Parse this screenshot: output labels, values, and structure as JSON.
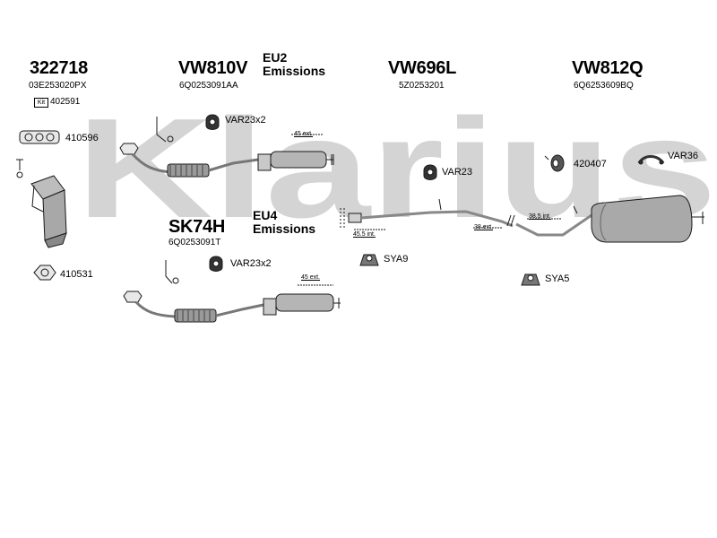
{
  "watermark": "Klarius",
  "groups": {
    "kit1": {
      "code": "322718",
      "part": "03E253020PX",
      "kit_tag": "Kit",
      "kit_number": "402591"
    },
    "kit2": {
      "code": "VW810V",
      "part": "6Q0253091AA",
      "emissions": "EU2\nEmissions"
    },
    "kit3": {
      "code": "VW696L",
      "part": "5Z0253201"
    },
    "kit4": {
      "code": "VW812Q",
      "part": "6Q6253609BQ"
    },
    "kit5": {
      "code": "SK74H",
      "part": "6Q0253091T",
      "emissions": "EU4\nEmissions"
    }
  },
  "parts": {
    "gasket_1": "410596",
    "ring_1": "410531",
    "mount_kit_a": "VAR23x2",
    "mount_kit_b": "VAR23x2",
    "mount_single": "VAR23",
    "clamp": "420407",
    "hanger": "VAR36",
    "bracket_a": "SYA9",
    "bracket_b": "SYA5"
  },
  "extensions": {
    "a": "45 ext.",
    "b": "45 ext.",
    "c": "45.5 int.",
    "d": "38 ext.",
    "e": "38.5 int."
  },
  "colors": {
    "watermark": "#d4d4d4",
    "line": "#1a1a1a",
    "metal": "#9a9a9a",
    "metal_dark": "#555555"
  },
  "icons": {
    "gasket": "flange-gasket-icon",
    "ring": "seal-ring-icon",
    "mount": "rubber-mount-icon",
    "clamp": "pipe-clamp-icon",
    "hanger": "hanger-strap-icon",
    "bracket": "bracket-icon"
  }
}
